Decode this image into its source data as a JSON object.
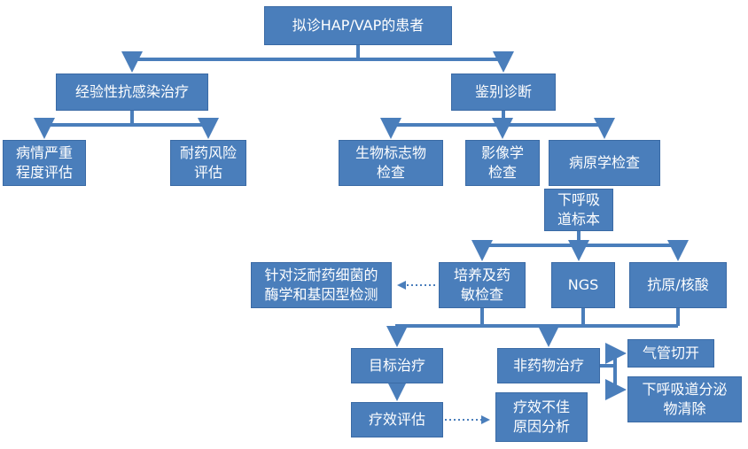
{
  "nodes": {
    "root": "拟诊HAP/VAP的患者",
    "empiric": "经验性抗感染治疗",
    "diagnosis": "鉴别诊断",
    "severity": "病情严重\n程度评估",
    "resistance": "耐药风险\n评估",
    "biomarker": "生物标志物\n检查",
    "imaging": "影像学\n检查",
    "pathogen": "病原学检查",
    "lower_resp": "下呼吸\n道标本",
    "culture": "培养及药\n敏检查",
    "ngs": "NGS",
    "antigen": "抗原/核酸",
    "enzymatic": "针对泛耐药细菌的\n酶学和基因型检测",
    "targeted": "目标治疗",
    "nondrug": "非药物治疗",
    "tracheotomy": "气管切开",
    "secretion": "下呼吸道分泌\n物清除",
    "efficacy": "疗效评估",
    "poor_efficacy": "疗效不佳\n原因分析"
  },
  "colors": {
    "box_fill": "#4a7ebb",
    "box_border": "#3a6aa5",
    "text": "#ffffff",
    "solid_line": "#4a7ebb",
    "dotted_line": "#4a7ebb"
  }
}
